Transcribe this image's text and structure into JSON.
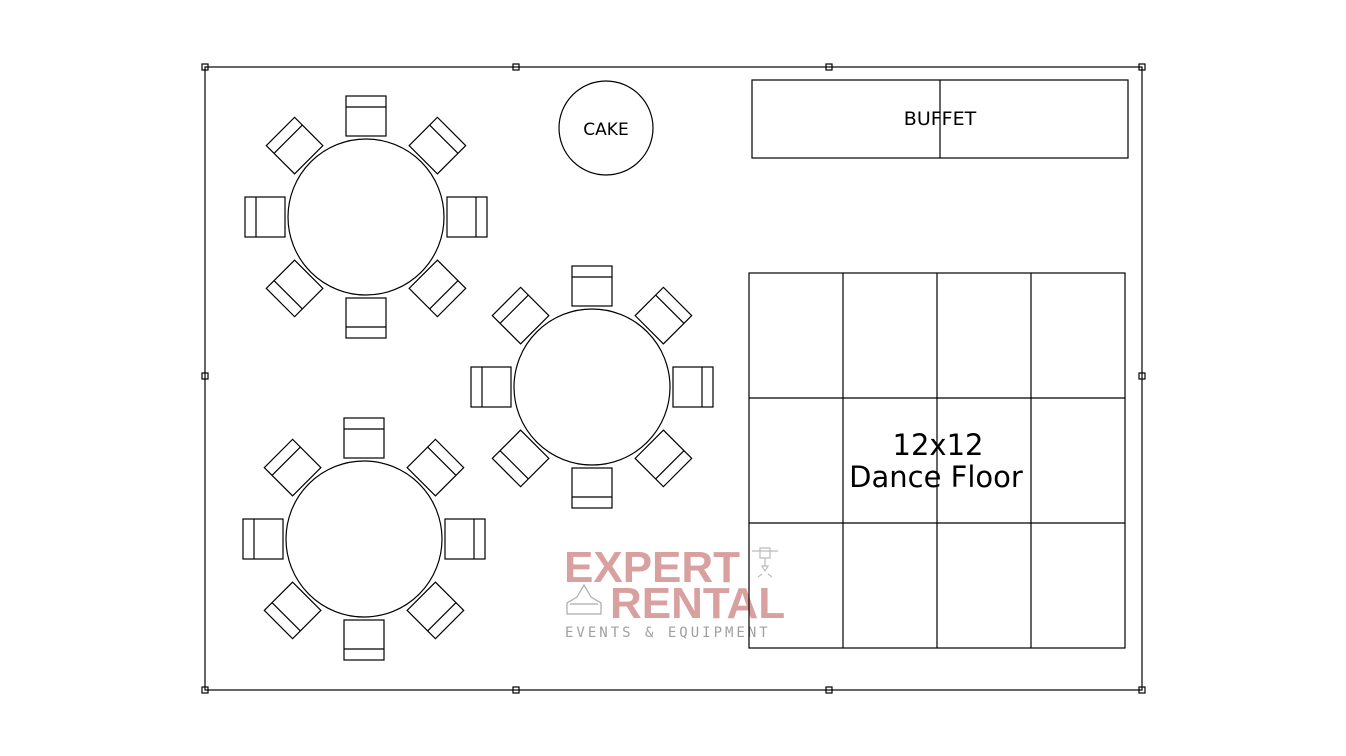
{
  "labels": {
    "cake": "CAKE",
    "buffet": "BUFFET",
    "dance_floor_size": "12x12",
    "dance_floor": "Dance Floor"
  },
  "logo": {
    "line1": "EXPERT",
    "line2": "RENTAL",
    "tagline": "EVENTS & EQUIPMENT",
    "color": "#d9a0a0"
  },
  "tables": [
    {
      "name": "round-table-1",
      "chairs": 8
    },
    {
      "name": "round-table-2",
      "chairs": 8
    },
    {
      "name": "round-table-3",
      "chairs": 8
    }
  ],
  "dance_floor_grid": {
    "columns": 4,
    "rows": 3
  }
}
